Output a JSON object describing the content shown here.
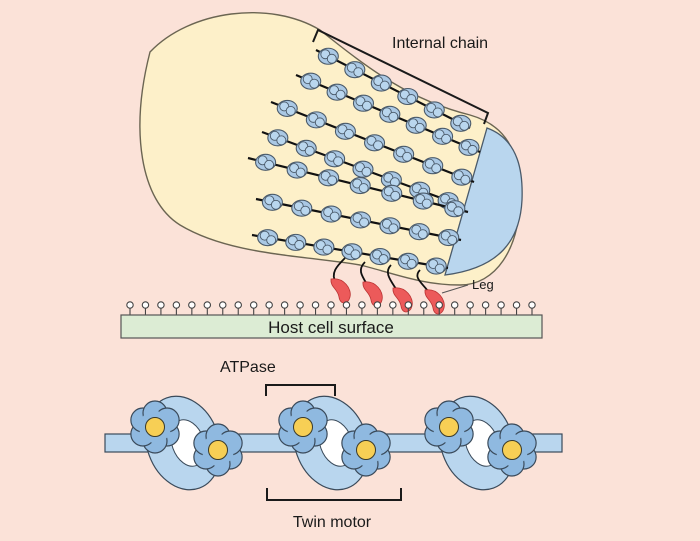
{
  "labels": {
    "internal_chain": "Internal chain",
    "leg": "Leg",
    "host_cell_surface": "Host cell surface",
    "atpase": "ATPase",
    "twin_motor": "Twin motor"
  },
  "colors": {
    "background": "#fbe2d8",
    "cell_body": "#fdf0c9",
    "cell_outline": "#6b6552",
    "blue_light": "#b9d6ee",
    "blue_mid": "#8fb9e0",
    "leg_red": "#ec5a5a",
    "surface_green": "#dcecd4",
    "core_yellow": "#f7cf55",
    "ink": "#1a1a1a"
  },
  "chains": [
    {
      "motors": 6
    },
    {
      "motors": 7
    },
    {
      "motors": 7
    },
    {
      "motors": 7
    },
    {
      "motors": 7
    },
    {
      "motors": 7
    },
    {
      "motors": 7
    }
  ],
  "legs_count": 4,
  "receptor_count": 27,
  "twin_motors_count": 3
}
